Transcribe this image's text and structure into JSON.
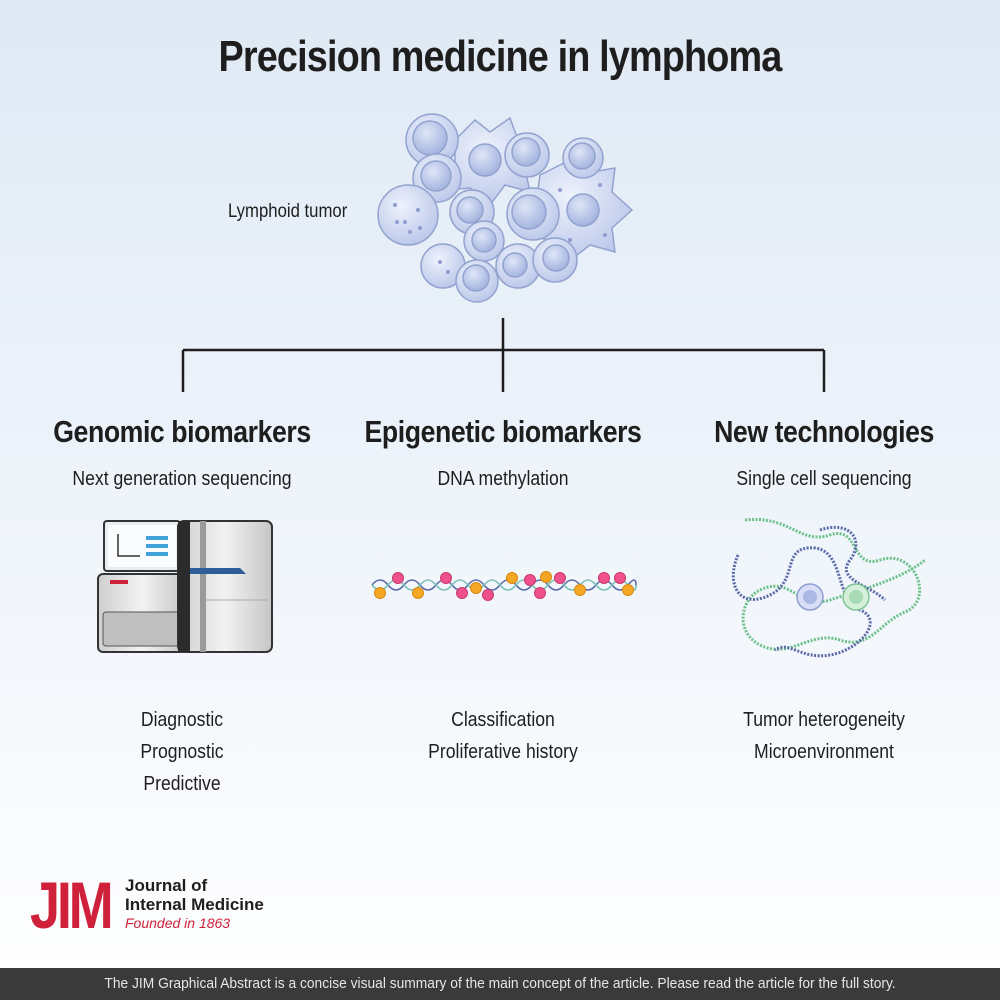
{
  "title": "Precision medicine in lymphoma",
  "tumor_label": "Lymphoid tumor",
  "columns": [
    {
      "heading": "Genomic biomarkers",
      "subtitle": "Next generation sequencing",
      "illustration": "sequencer-machine",
      "uses": [
        "Diagnostic",
        "Prognostic",
        "Predictive"
      ]
    },
    {
      "heading": "Epigenetic biomarkers",
      "subtitle": "DNA methylation",
      "illustration": "methylated-dna-strand",
      "uses": [
        "Classification",
        "Proliferative history"
      ]
    },
    {
      "heading": "New technologies",
      "subtitle": "Single cell sequencing",
      "illustration": "single-cell-dna",
      "uses": [
        "Tumor heterogeneity",
        "Microenvironment"
      ]
    }
  ],
  "logo": {
    "abbr": "JIM",
    "line1": "Journal of",
    "line2": "Internal Medicine",
    "founded": "Founded in 1863"
  },
  "footer": "The JIM Graphical Abstract is a concise visual summary of the main concept of the article. Please read the article for the full story.",
  "colors": {
    "brand_red": "#d0213a",
    "cell_fill": "#c9d4f0",
    "methyl_pink": "#f0508c",
    "methyl_orange": "#f5a623",
    "dna_green": "#6cc08a",
    "dna_blue": "#5a6aa8"
  }
}
